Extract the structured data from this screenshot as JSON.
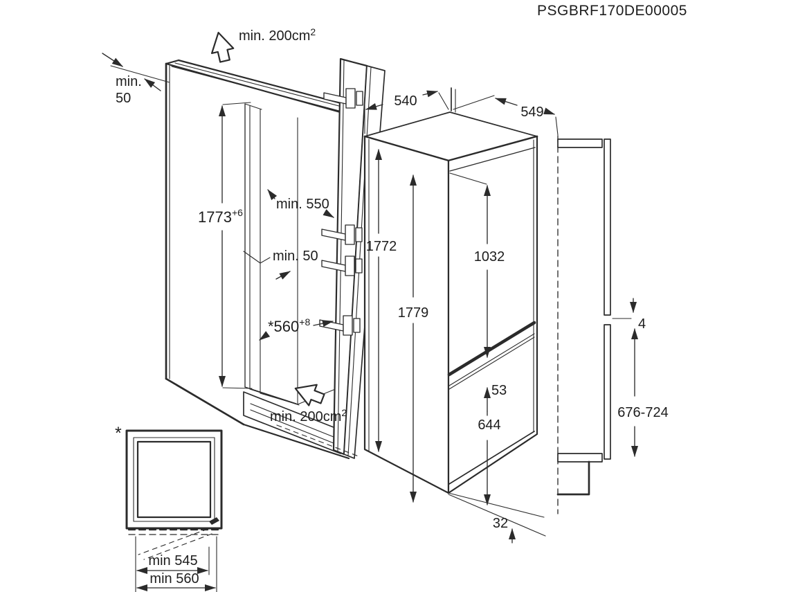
{
  "header": {
    "code": "PSGBRF170DE00005"
  },
  "colors": {
    "ink": "#2b2b2b",
    "background": "#ffffff"
  },
  "cabinet": {
    "top_vent": {
      "base": "min. 200cm",
      "sup": "2"
    },
    "top_clearance": {
      "line1": "min.",
      "line2": "50"
    },
    "niche_height": {
      "base": "1773",
      "sup": "+6"
    },
    "niche_depth": "min. 550",
    "rear_clearance": "min. 50",
    "niche_width": {
      "base": "*560",
      "sup": "+8"
    },
    "bottom_vent": {
      "base": "min. 200cm",
      "sup": "2"
    }
  },
  "appliance": {
    "width": "540",
    "depth": "549",
    "height_front": "1772",
    "height_total": "1779",
    "upper_door_height": "1032",
    "door_gap": "53",
    "lower_door_height": "644",
    "bottom_offset": "32"
  },
  "door_panel": {
    "gap": "4",
    "lower_panel_range": "676-724"
  },
  "inset": {
    "marker": "*",
    "width_inner": "min 545",
    "width_outer": "min 560"
  }
}
